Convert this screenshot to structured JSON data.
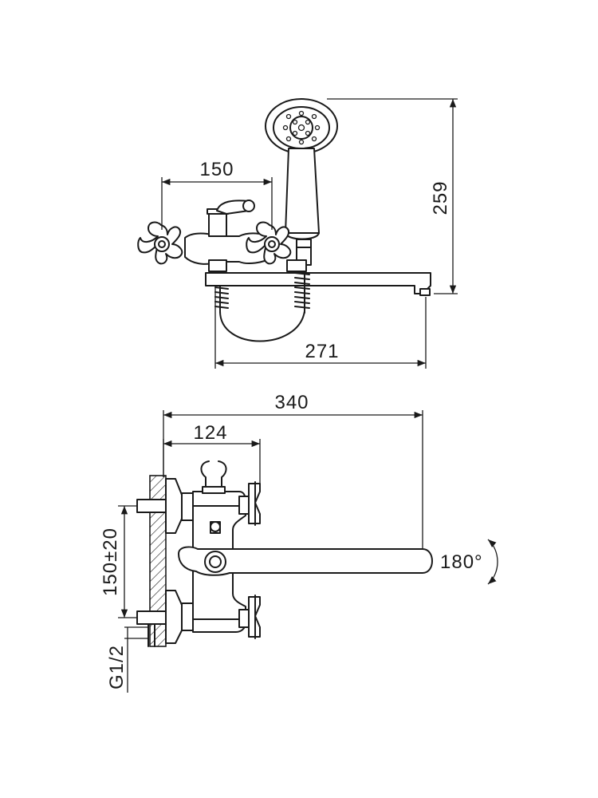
{
  "dimensions": {
    "top_handle_spacing": "150",
    "top_height": "259",
    "top_spout_length": "271",
    "side_total_length": "340",
    "side_body_depth": "124",
    "side_inlet_spacing": "150±20",
    "side_thread": "G1/2",
    "spout_rotation": "180°"
  },
  "colors": {
    "line": "#1a1a1a",
    "background": "#ffffff"
  }
}
